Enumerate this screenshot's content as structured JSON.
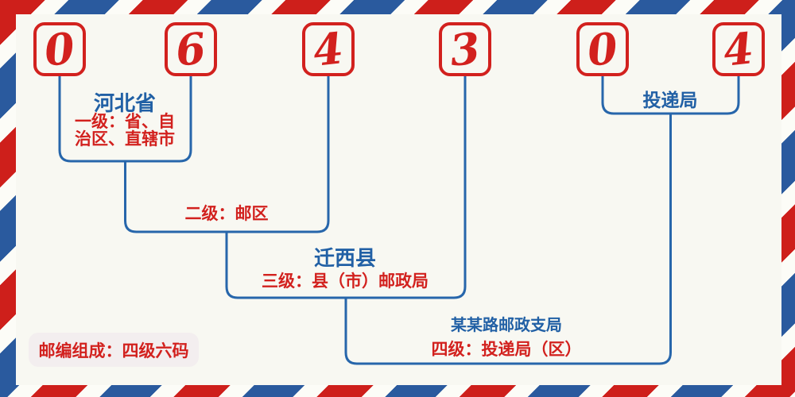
{
  "postal_code": {
    "digits": [
      "0",
      "6",
      "4",
      "3",
      "0",
      "4"
    ]
  },
  "annotations": {
    "level1_region": "河北省",
    "level1_desc_line1": "一级：省、自",
    "level1_desc_line2": "治区、直辖市",
    "level2_desc": "二级：邮区",
    "level3_region": "迁西县",
    "level3_desc": "三级：县（市）邮政局",
    "level4_office": "某某路邮政支局",
    "level4_desc": "四级：投递局（区）",
    "delivery_office": "投递局",
    "composition_note": "邮编组成：四级六码"
  },
  "colors": {
    "red_text": "#d2211e",
    "blue_text": "#2160a5",
    "line_blue": "#2766ab",
    "box_red": "#d2211e",
    "stripe_red": "#ce1f1b",
    "stripe_blue": "#2a5a9e",
    "stripe_gap": "#fcfcf7",
    "inner_bg": "#f8f8f2",
    "note_bg": "#f3eeef"
  }
}
